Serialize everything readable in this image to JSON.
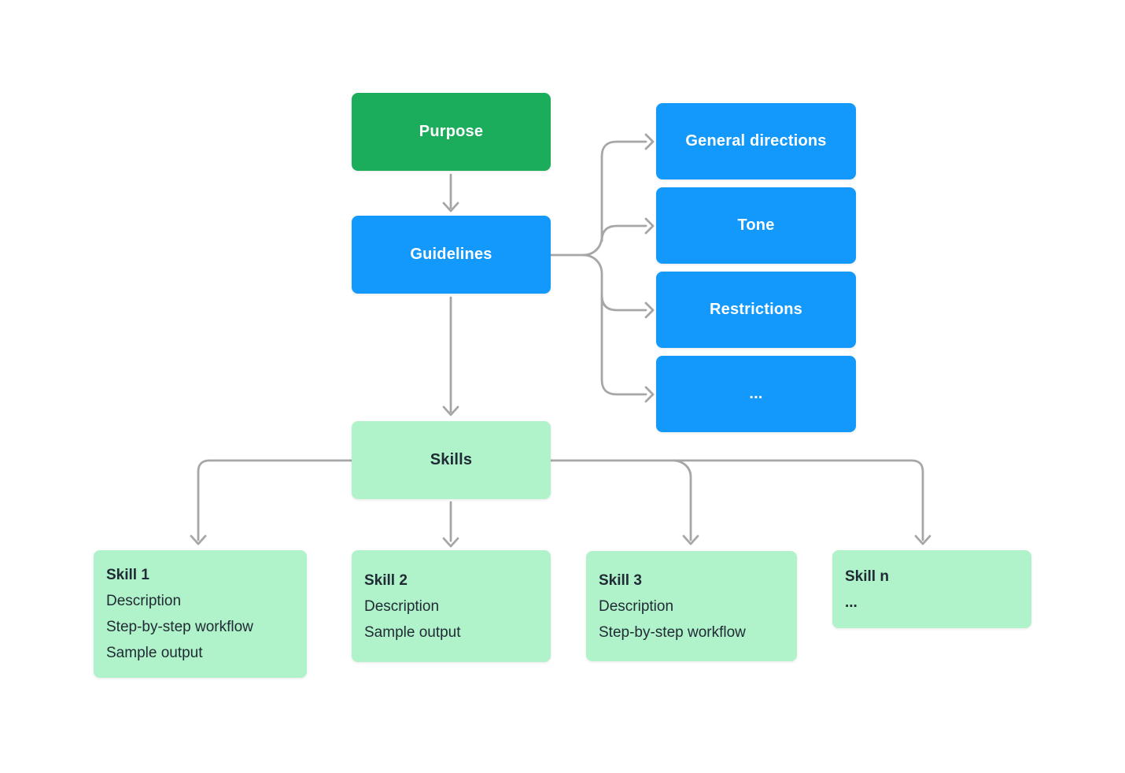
{
  "diagram": {
    "title_hint": "System prompt structure flowchart",
    "nodes": {
      "purpose": {
        "label": "Purpose"
      },
      "guidelines": {
        "label": "Guidelines"
      },
      "general_directions": {
        "label": "General directions"
      },
      "tone": {
        "label": "Tone"
      },
      "restrictions": {
        "label": "Restrictions"
      },
      "guidelines_more": {
        "label": "..."
      },
      "skills": {
        "label": "Skills"
      },
      "skill1": {
        "title": "Skill 1",
        "lines": [
          "Description",
          "Step-by-step workflow",
          "Sample output"
        ]
      },
      "skill2": {
        "title": "Skill 2",
        "lines": [
          "Description",
          "Sample output"
        ]
      },
      "skill3": {
        "title": "Skill 3",
        "lines": [
          "Description",
          "Step-by-step workflow"
        ]
      },
      "skilln": {
        "title": "Skill n",
        "lines": [
          "..."
        ]
      }
    },
    "colors": {
      "green_node": "#1BAD5C",
      "blue_node": "#1299FB",
      "light_green_node": "#B0F2C9",
      "connector_gray": "#A6A6A6",
      "dark_text": "#212B36",
      "light_text": "#FFFFFF",
      "background": "#FFFFFF"
    }
  }
}
